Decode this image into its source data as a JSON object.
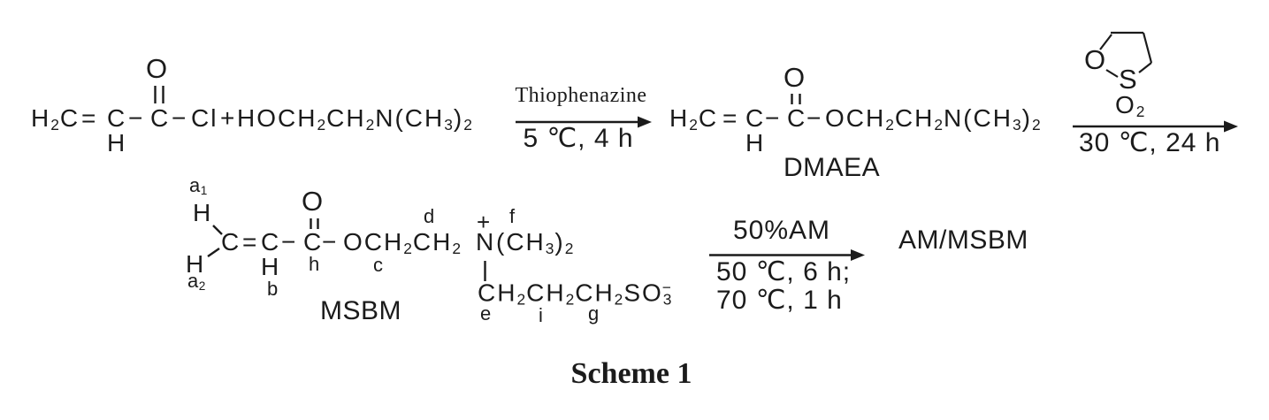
{
  "palette": {
    "ink": "#1b1b1b",
    "bg": "#ffffff"
  },
  "caption": "Scheme 1",
  "step1": {
    "reactant1": {
      "h2c": [
        [
          "H"
        ],
        [
          "2",
          "sub"
        ],
        [
          "C"
        ]
      ],
      "dbl": "=",
      "c2": "C",
      "bond1": "−",
      "c3": "C",
      "bond2": "−",
      "cl": "Cl",
      "h_vinyl": "H",
      "o_carbonyl": "O"
    },
    "plus": "+",
    "reactant2": [
      [
        "HOCH"
      ],
      [
        "2",
        "sub"
      ],
      [
        "CH"
      ],
      [
        "2",
        "sub"
      ],
      [
        "N(CH"
      ],
      [
        "3",
        "sub"
      ],
      [
        ")"
      ],
      [
        "2",
        "sub"
      ]
    ],
    "arrow": {
      "above": "Thiophenazine",
      "below": "5 ℃, 4 h"
    }
  },
  "dmaea": {
    "h2c": [
      [
        "H"
      ],
      [
        "2",
        "sub"
      ],
      [
        "C"
      ]
    ],
    "dbl": "=",
    "c2": "C",
    "bond1": "−",
    "c3": "C",
    "bond2": "−",
    "tail": [
      [
        "OCH"
      ],
      [
        "2",
        "sub"
      ],
      [
        "CH"
      ],
      [
        "2",
        "sub"
      ],
      [
        "N(CH"
      ],
      [
        "3",
        "sub"
      ],
      [
        ")"
      ],
      [
        "2",
        "sub"
      ]
    ],
    "h_vinyl": "H",
    "o_carbonyl": "O",
    "label": "DMAEA"
  },
  "step2": {
    "sultone": {
      "o": "O",
      "s": "S",
      "o2": [
        [
          "O"
        ],
        [
          "2",
          "sub"
        ]
      ]
    },
    "arrow": {
      "below": "30 ℃, 24 h"
    }
  },
  "msbm": {
    "a1": [
      [
        "a"
      ],
      [
        "1",
        "sub"
      ]
    ],
    "a2": [
      [
        "a"
      ],
      [
        "2",
        "sub"
      ]
    ],
    "h_top": "H",
    "h_bottom": "H",
    "c1": "C",
    "dbl": "=",
    "c2": "C",
    "h_b": "H",
    "bond1": "−",
    "c3": "C",
    "bond2": "−",
    "o_carbonyl": "O",
    "chain1": [
      [
        "OCH"
      ],
      [
        "2",
        "sub"
      ],
      [
        "CH"
      ],
      [
        "2",
        "sub"
      ]
    ],
    "n": "N",
    "plus": "+",
    "nmethyl": [
      [
        "(CH"
      ],
      [
        "3",
        "sub"
      ],
      [
        ")"
      ],
      [
        "2",
        "sub"
      ]
    ],
    "chain2": [
      [
        "CH"
      ],
      [
        "2",
        "sub"
      ],
      [
        "CH"
      ],
      [
        "2",
        "sub"
      ],
      [
        "CH"
      ],
      [
        "2",
        "sub"
      ],
      [
        "SO"
      ],
      [
        "3",
        "sub"
      ],
      [
        "−",
        "sup over"
      ]
    ],
    "lbl_b": "b",
    "lbl_c": "c",
    "lbl_d": "d",
    "lbl_e": "e",
    "lbl_f": "f",
    "lbl_g": "g",
    "lbl_h": "h",
    "lbl_i": "i",
    "label": "MSBM"
  },
  "step3": {
    "arrow": {
      "above": "50%AM",
      "below1": "50 ℃, 6 h;",
      "below2": "70 ℃, 1 h"
    },
    "product": "AM/MSBM"
  }
}
